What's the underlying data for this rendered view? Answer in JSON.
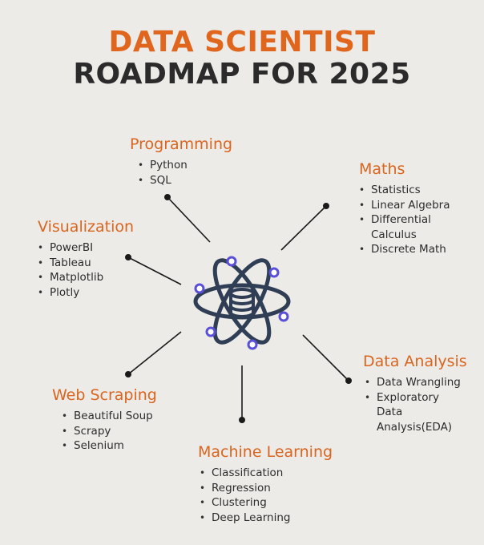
{
  "title": {
    "line1": "DATA SCIENTIST",
    "line2": "ROADMAP FOR 2025"
  },
  "colors": {
    "accent": "#e0651d",
    "dark": "#2b2b2b",
    "icon_stroke": "#2f3e55",
    "node_dot": "#5a4fd8",
    "background": "#ecebe8"
  },
  "center_icon": "atom-with-database-icon",
  "sections": {
    "programming": {
      "title": "Programming",
      "items": [
        "Python",
        "SQL"
      ]
    },
    "maths": {
      "title": "Maths",
      "items": [
        "Statistics",
        "Linear Algebra",
        "Differential\nCalculus",
        "Discrete Math"
      ]
    },
    "visualization": {
      "title": "Visualization",
      "items": [
        "PowerBI",
        "Tableau",
        "Matplotlib",
        "Plotly"
      ]
    },
    "data_analysis": {
      "title": "Data Analysis",
      "items": [
        "Data Wrangling",
        "Exploratory\nData\nAnalysis(EDA)"
      ]
    },
    "web_scraping": {
      "title": "Web Scraping",
      "items": [
        "Beautiful Soup",
        "Scrapy",
        "Selenium"
      ]
    },
    "machine_learning": {
      "title": "Machine Learning",
      "items": [
        "Classification",
        "Regression",
        "Clustering",
        "Deep Learning"
      ]
    }
  }
}
